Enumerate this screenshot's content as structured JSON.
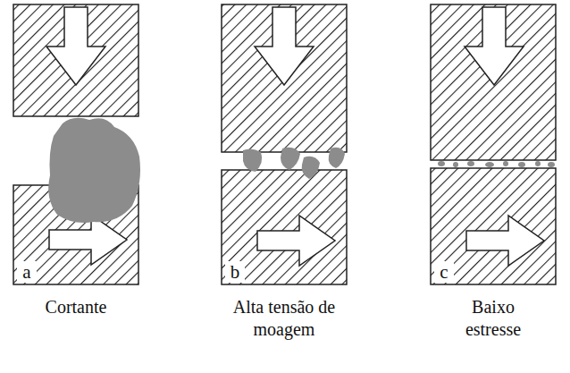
{
  "diagram": {
    "labels": [
      "a",
      "Cortante",
      "b",
      "Alta tensão de moagem",
      "c",
      "Baixo estresse"
    ]
  }
}
